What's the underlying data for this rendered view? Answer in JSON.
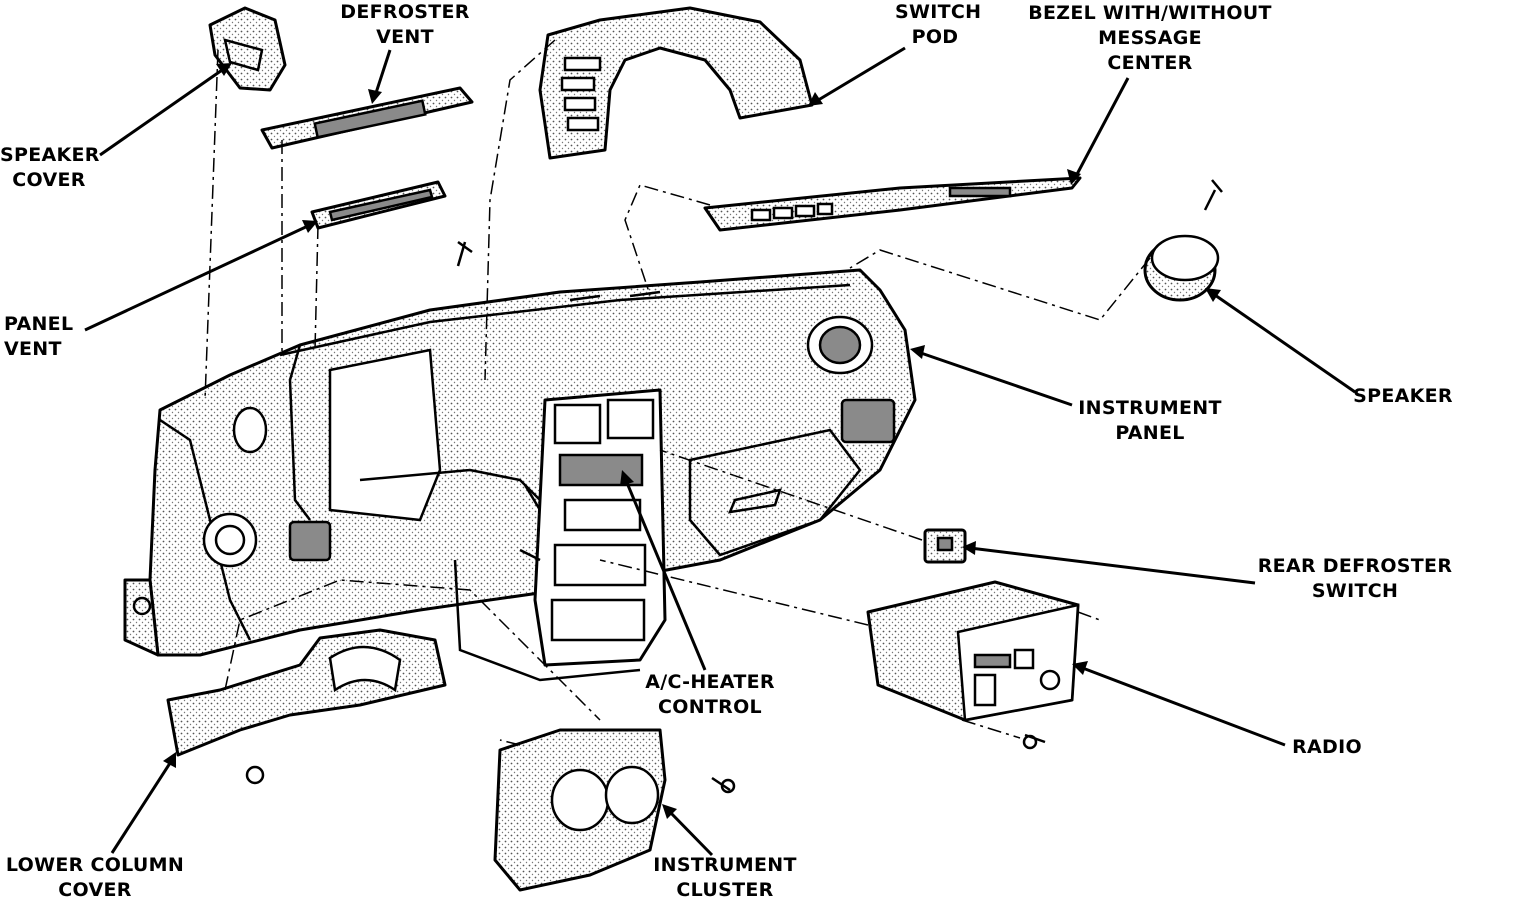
{
  "labels": {
    "defroster_vent": [
      "DEFROSTER",
      "VENT"
    ],
    "switch_pod": [
      "SWITCH",
      "POD"
    ],
    "bezel": [
      "BEZEL WITH/WITHOUT",
      "MESSAGE",
      "CENTER"
    ],
    "speaker_cover": [
      "SPEAKER",
      "COVER"
    ],
    "panel_vent": [
      "PANEL",
      "VENT"
    ],
    "instrument_panel": [
      "INSTRUMENT",
      "PANEL"
    ],
    "speaker": [
      "SPEAKER"
    ],
    "rear_defroster_switch": [
      "REAR DEFROSTER",
      "SWITCH"
    ],
    "ac_heater_control": [
      "A/C-HEATER",
      "CONTROL"
    ],
    "radio": [
      "RADIO"
    ],
    "lower_column_cover": [
      "LOWER COLUMN",
      "COVER"
    ],
    "instrument_cluster": [
      "INSTRUMENT",
      "CLUSTER"
    ]
  }
}
